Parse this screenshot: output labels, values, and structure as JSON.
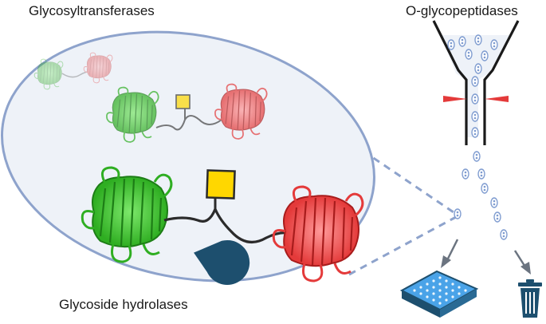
{
  "labels": {
    "glycosyltransferases": "Glycosyltransferases",
    "glycoside_hydrolases": "Glycoside hydrolases",
    "o_glycopeptidases": "O-glycopeptidases"
  },
  "colors": {
    "ellipse_fill": "#eef2f8",
    "ellipse_stroke": "#8ea3cc",
    "green": "#2fae22",
    "green_dark": "#1d7d16",
    "red": "#e43a3a",
    "red_dark": "#a81c1c",
    "sugar": "#ffd700",
    "pacman": "#1d4f6e",
    "droplet": "#7f9cd0"
  }
}
